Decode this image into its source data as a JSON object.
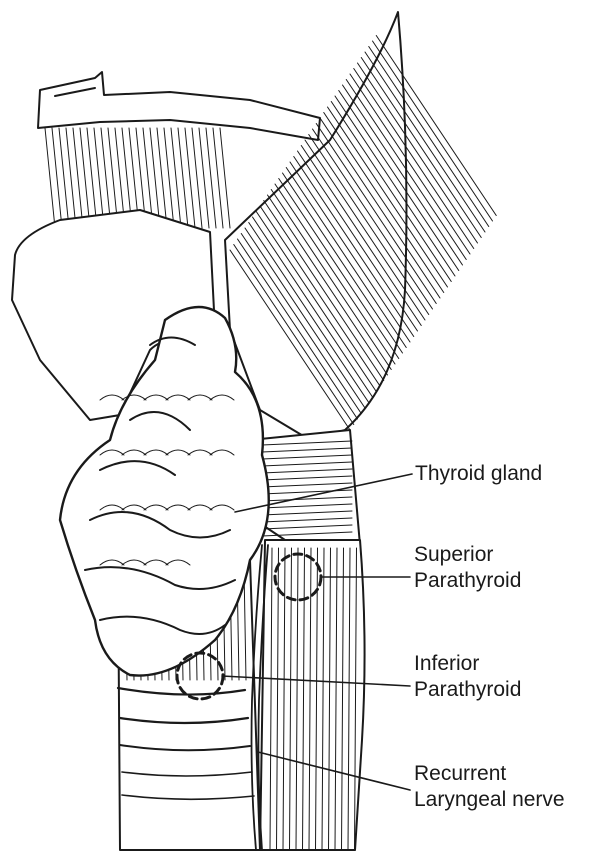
{
  "figure": {
    "labels": {
      "thyroid_gland": "Thyroid gland",
      "superior_parathyroid": [
        "Superior",
        "Parathyroid"
      ],
      "inferior_parathyroid": [
        "Inferior",
        "Parathyroid"
      ],
      "recurrent_laryngeal_nerve": [
        "Recurrent",
        "Laryngeal nerve"
      ]
    },
    "colors": {
      "ink": "#1a1a1a",
      "background": "#ffffff"
    }
  }
}
